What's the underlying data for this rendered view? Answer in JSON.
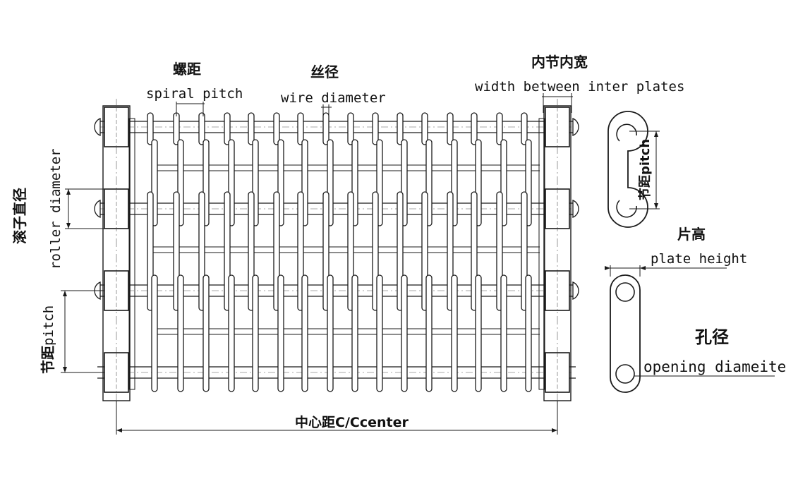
{
  "labels": {
    "spiral_pitch_zh": "螺距",
    "spiral_pitch_en": "spiral pitch",
    "wire_diameter_zh": "丝径",
    "wire_diameter_en": "wire diameter",
    "width_between_zh": "内节内宽",
    "width_between_en": "width between inter plates",
    "roller_diameter_zh": "滚子直径",
    "roller_diameter_en": "roller diameter",
    "pitch_left_zh": "节距",
    "pitch_left_en": "pitch",
    "center_distance": "中心距C/Ccenter",
    "pitch_right": "节距pitch",
    "plate_height_zh": "片高",
    "plate_height_en": "plate height",
    "opening_diameter_zh": "孔径",
    "opening_diameter_en": "opening diameiter"
  },
  "colors": {
    "line": "#1a1a1a",
    "thin": "#555555",
    "background": "#ffffff"
  }
}
